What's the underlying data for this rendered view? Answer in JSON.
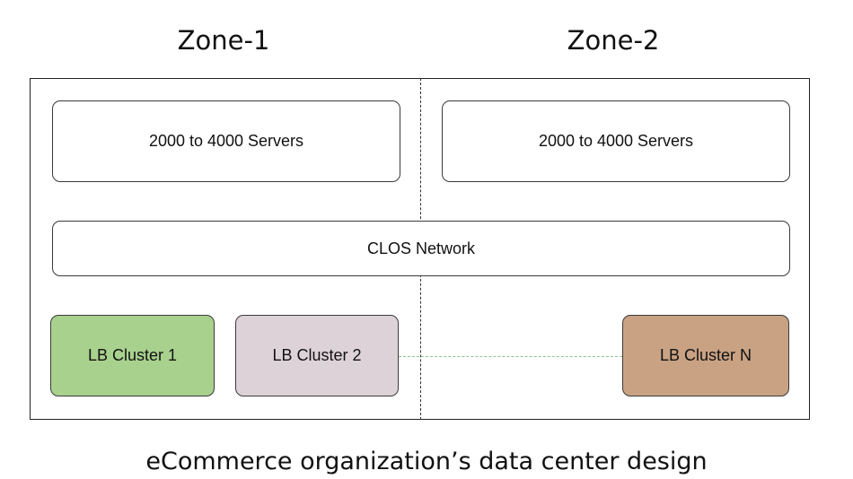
{
  "zones": [
    {
      "title": "Zone-1"
    },
    {
      "title": "Zone-2"
    }
  ],
  "servers": [
    {
      "label": "2000 to 4000 Servers"
    },
    {
      "label": "2000 to 4000 Servers"
    }
  ],
  "network": {
    "label": "CLOS Network"
  },
  "lb_clusters": [
    {
      "label": "LB Cluster 1",
      "color": "#a9d18e"
    },
    {
      "label": "LB Cluster 2",
      "color": "#ddd2d8"
    },
    {
      "label": "LB Cluster N",
      "color": "#c9a284"
    }
  ],
  "connector": {
    "style": "dashed",
    "color": "#8cc88c"
  },
  "caption": "eCommerce organization’s data center design"
}
